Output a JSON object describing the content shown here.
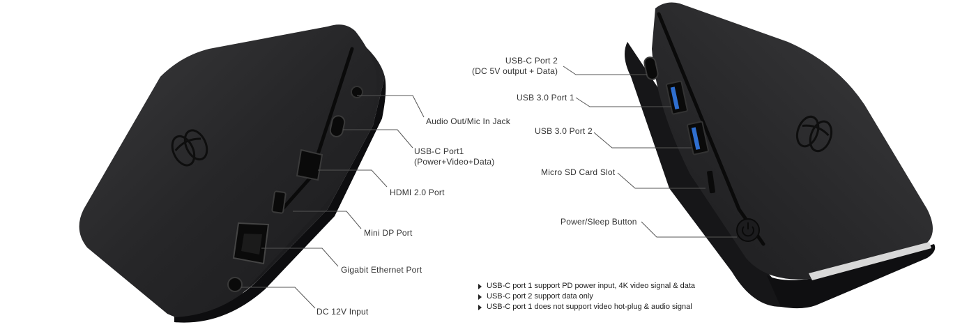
{
  "left_device": {
    "callouts": [
      {
        "id": "audio",
        "lines": [
          "Audio Out/Mic In Jack"
        ]
      },
      {
        "id": "usbc1",
        "lines": [
          "USB-C Port1",
          "(Power+Video+Data)"
        ]
      },
      {
        "id": "hdmi",
        "lines": [
          "HDMI 2.0 Port"
        ]
      },
      {
        "id": "minidp",
        "lines": [
          "Mini DP Port"
        ]
      },
      {
        "id": "ethernet",
        "lines": [
          "Gigabit Ethernet Port"
        ]
      },
      {
        "id": "dc",
        "lines": [
          "DC 12V Input"
        ]
      }
    ]
  },
  "right_device": {
    "callouts": [
      {
        "id": "usbc2",
        "lines": [
          "USB-C Port 2",
          "(DC 5V output + Data)"
        ]
      },
      {
        "id": "usb3-1",
        "lines": [
          "USB 3.0 Port 1"
        ]
      },
      {
        "id": "usb3-2",
        "lines": [
          "USB 3.0 Port 2"
        ]
      },
      {
        "id": "microsd",
        "lines": [
          "Micro SD Card Slot"
        ]
      },
      {
        "id": "power",
        "lines": [
          "Power/Sleep Button"
        ]
      }
    ]
  },
  "notes": [
    "USB-C port 1 support PD power input, 4K video signal & data",
    "USB-C port 2 support data only",
    "USB-C port 1 does not support video hot-plug & audio signal"
  ],
  "colors": {
    "device_body": "#1c1c1e",
    "device_top": "#2c2c2e",
    "leader_line": "#555555",
    "usb3_accent": "#2f6fd0",
    "text": "#333333"
  },
  "icons": {
    "logo": "knot-logo-icon",
    "bullet": "triangle-bullet-icon"
  }
}
